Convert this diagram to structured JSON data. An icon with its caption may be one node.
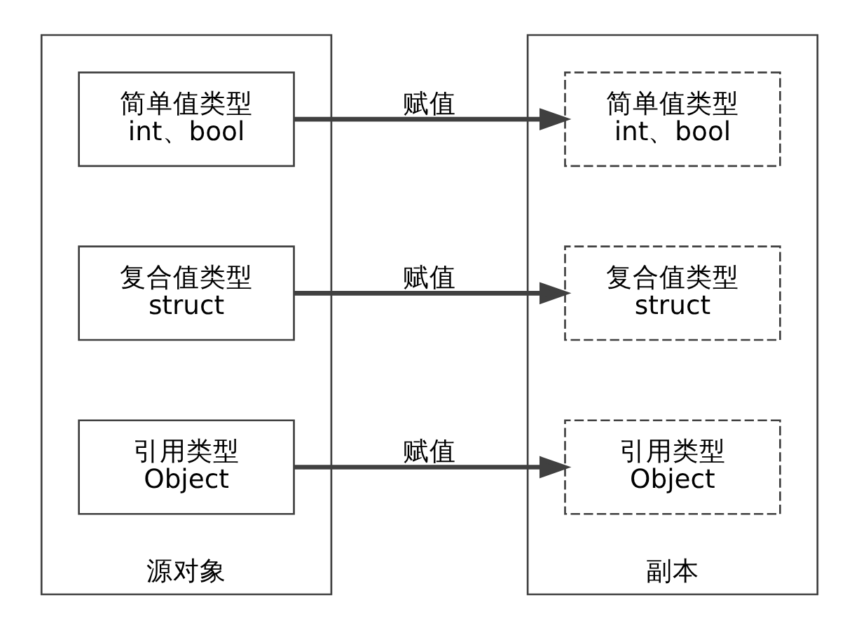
{
  "diagram": {
    "nodes": [
      {
        "text": [
          "源对象"
        ]
      },
      {
        "text": [
          "简单值类型",
          "int、bool"
        ],
        "in": 0
      },
      {
        "text": [
          "复合值类型",
          "struct"
        ],
        "in": 0
      },
      {
        "text": [
          "引用类型",
          "Object"
        ],
        "in": 0
      },
      {
        "text": [
          "副本"
        ]
      },
      {
        "text": [
          "简单值类型",
          "int、bool"
        ],
        "in": 4
      },
      {
        "text": [
          "复合值类型",
          "struct"
        ],
        "in": 4
      },
      {
        "text": [
          "引用类型",
          "Object"
        ],
        "in": 4
      }
    ],
    "edges": [
      {
        "from": 1,
        "to": 5,
        "arrow": "to",
        "label": "赋值"
      },
      {
        "from": 2,
        "to": 6,
        "arrow": "to",
        "label": "赋值"
      },
      {
        "from": 3,
        "to": 7,
        "arrow": "to",
        "label": "赋值"
      }
    ]
  }
}
